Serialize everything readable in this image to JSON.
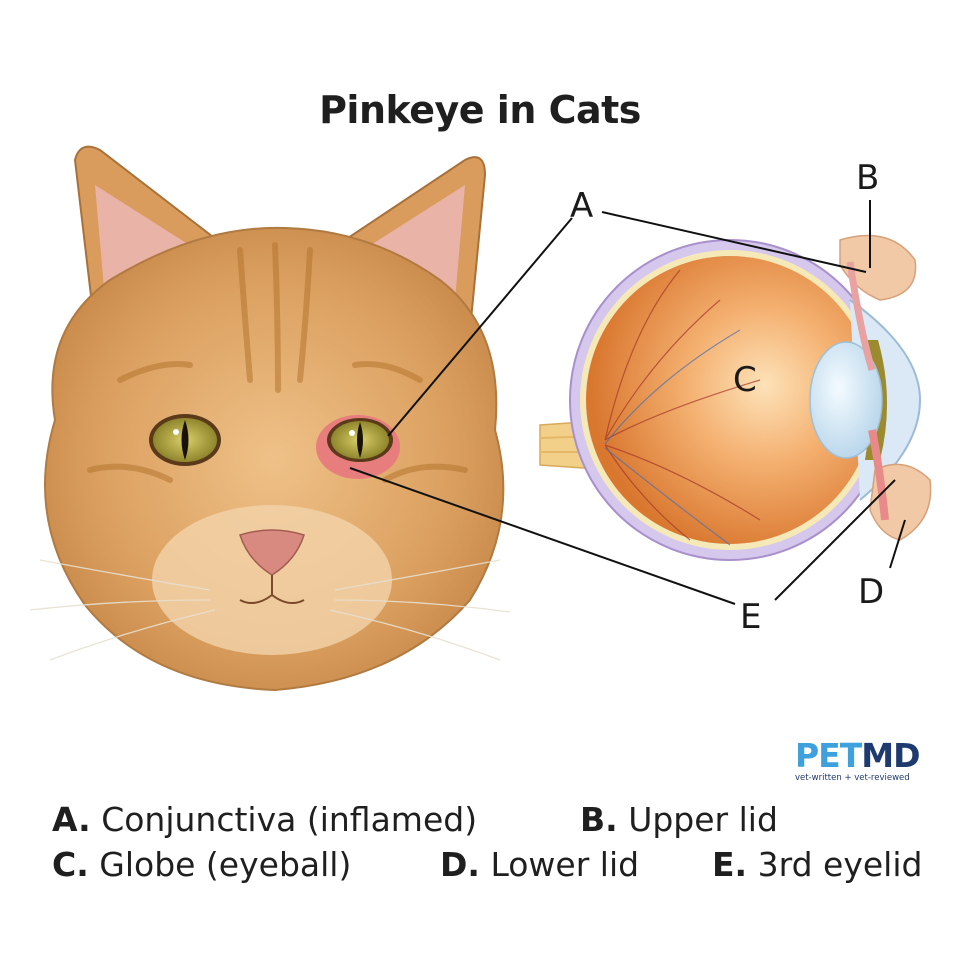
{
  "title": "Pinkeye in Cats",
  "markers": {
    "a": "A",
    "b": "B",
    "c": "C",
    "d": "D",
    "e": "E"
  },
  "logo": {
    "pet": "PET",
    "md": "MD",
    "tagline": "vet-written + vet-reviewed"
  },
  "legend": [
    {
      "letter": "A.",
      "text": "Conjunctiva (inflamed)"
    },
    {
      "letter": "B.",
      "text": "Upper lid"
    },
    {
      "letter": "C.",
      "text": "Globe (eyeball)"
    },
    {
      "letter": "D.",
      "text": "Lower lid"
    },
    {
      "letter": "E.",
      "text": "3rd eyelid"
    }
  ],
  "colors": {
    "fur": "#e2a862",
    "fur_dark": "#b97a3a",
    "eye_iris": "#b8a83a",
    "globe": "#f0a050",
    "sclera_outline": "#b9a4d6",
    "conjunctiva": "#e98a8a",
    "logo_blue": "#3ea0dc",
    "logo_navy": "#1f3a6e"
  }
}
